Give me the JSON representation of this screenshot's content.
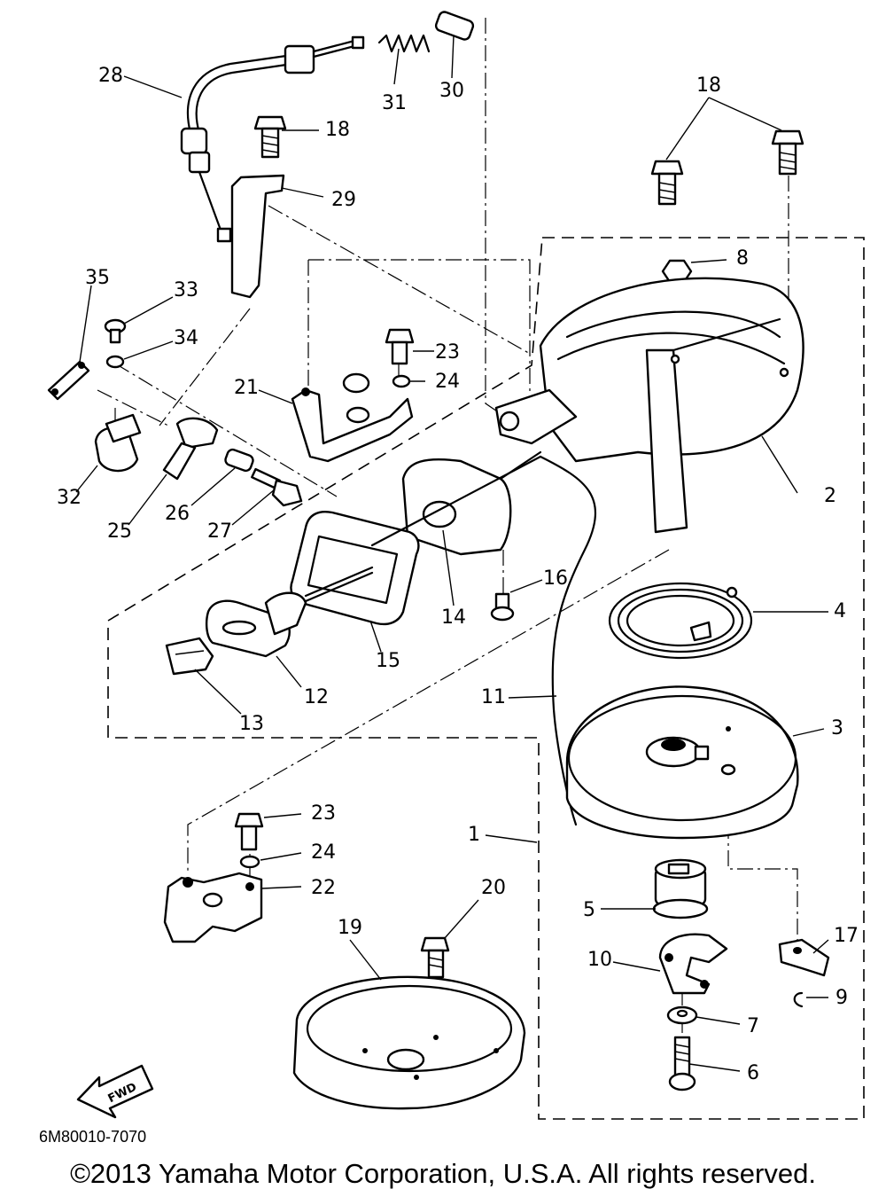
{
  "diagram": {
    "drawing_code": "6M80010-7070",
    "copyright": "©2013 Yamaha Motor Corporation, U.S.A. All rights reserved.",
    "fwd_label": "FWD",
    "parts": {
      "p1": "1",
      "p2": "2",
      "p3": "3",
      "p4": "4",
      "p5": "5",
      "p6": "6",
      "p7": "7",
      "p8": "8",
      "p9": "9",
      "p10": "10",
      "p11": "11",
      "p12": "12",
      "p13": "13",
      "p14": "14",
      "p15": "15",
      "p16": "16",
      "p17": "17",
      "p18a": "18",
      "p18b": "18",
      "p19": "19",
      "p20": "20",
      "p21": "21",
      "p22": "22",
      "p23a": "23",
      "p23b": "23",
      "p24a": "24",
      "p24b": "24",
      "p25": "25",
      "p26": "26",
      "p27": "27",
      "p28": "28",
      "p29": "29",
      "p30": "30",
      "p31": "31",
      "p32": "32",
      "p33": "33",
      "p34": "34",
      "p35": "35"
    }
  }
}
